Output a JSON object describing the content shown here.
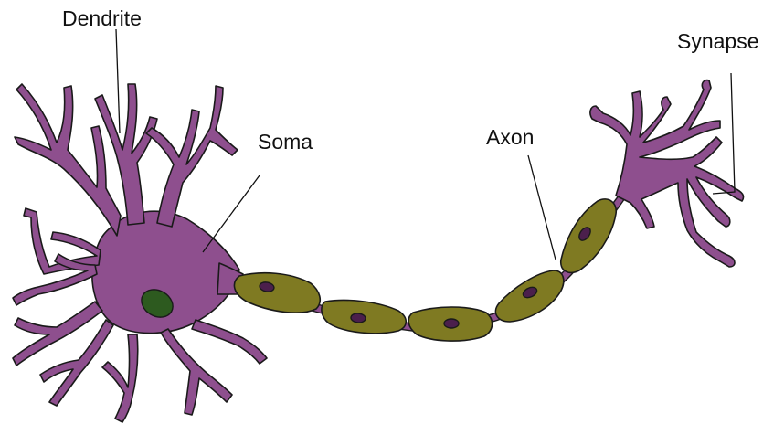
{
  "labels": {
    "dendrite": "Dendrite",
    "soma": "Soma",
    "axon": "Axon",
    "synapse": "Synapse"
  },
  "colors": {
    "cell_body": "#8e4f8e",
    "myelin_sheath": "#7f7a22",
    "nucleus": "#2d5a1f",
    "sheath_nucleus": "#4b1f4c",
    "outline": "#1a1a1a",
    "text": "#111111"
  }
}
